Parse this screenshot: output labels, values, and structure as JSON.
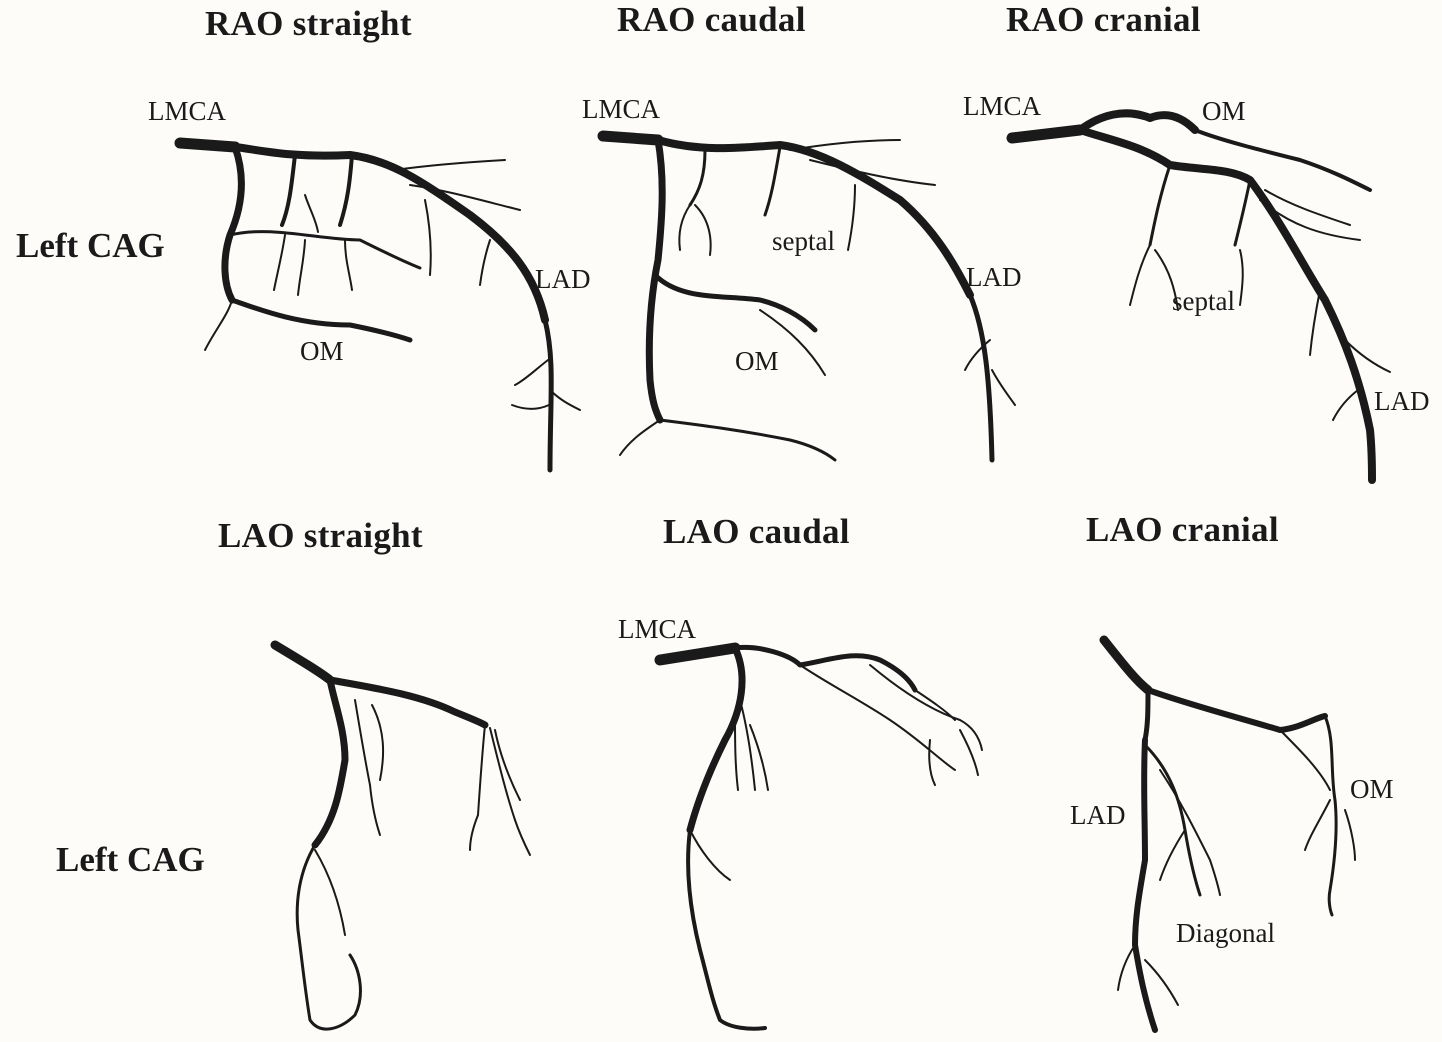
{
  "figure": {
    "row_labels": {
      "top": "Left CAG",
      "bottom": "Left CAG"
    },
    "views": {
      "rao_straight": {
        "title": "RAO straight",
        "labels": {
          "lmca": "LMCA",
          "lad": "LAD",
          "om": "OM"
        }
      },
      "rao_caudal": {
        "title": "RAO caudal",
        "labels": {
          "lmca": "LMCA",
          "septal": "septal",
          "lad": "LAD",
          "om": "OM"
        }
      },
      "rao_cranial": {
        "title": "RAO cranial",
        "labels": {
          "lmca": "LMCA",
          "om": "OM",
          "septal": "septal",
          "lad": "LAD"
        }
      },
      "lao_straight": {
        "title": "LAO straight"
      },
      "lao_caudal": {
        "title": "LAO caudal",
        "labels": {
          "lmca": "LMCA"
        }
      },
      "lao_cranial": {
        "title": "LAO cranial",
        "labels": {
          "lad": "LAD",
          "om": "OM",
          "diagonal": "Diagonal"
        }
      }
    },
    "colors": {
      "vessel": "#1a1a1a",
      "background": "#fdfcf9"
    }
  }
}
